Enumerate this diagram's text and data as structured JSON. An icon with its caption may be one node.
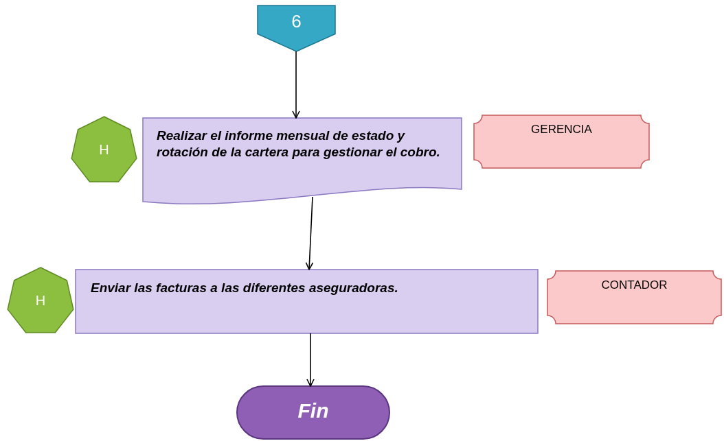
{
  "diagram": {
    "nodes": [
      {
        "text": [
          "6"
        ]
      },
      {
        "text": [
          "H"
        ]
      },
      {
        "text": [
          "Realizar el informe mensual de estado y rotación de la cartera para gestionar el cobro."
        ]
      },
      {
        "text": [
          "GERENCIA"
        ]
      },
      {
        "text": [
          "H"
        ]
      },
      {
        "text": [
          "Enviar las facturas a las diferentes aseguradoras."
        ]
      },
      {
        "text": [
          "CONTADOR"
        ]
      },
      {
        "text": [
          "Fin"
        ]
      }
    ],
    "edges": [
      {
        "from": 0,
        "to": 2,
        "arrow": "to"
      },
      {
        "from": 2,
        "to": 5,
        "arrow": "to"
      },
      {
        "from": 5,
        "to": 7,
        "arrow": "to"
      }
    ]
  }
}
